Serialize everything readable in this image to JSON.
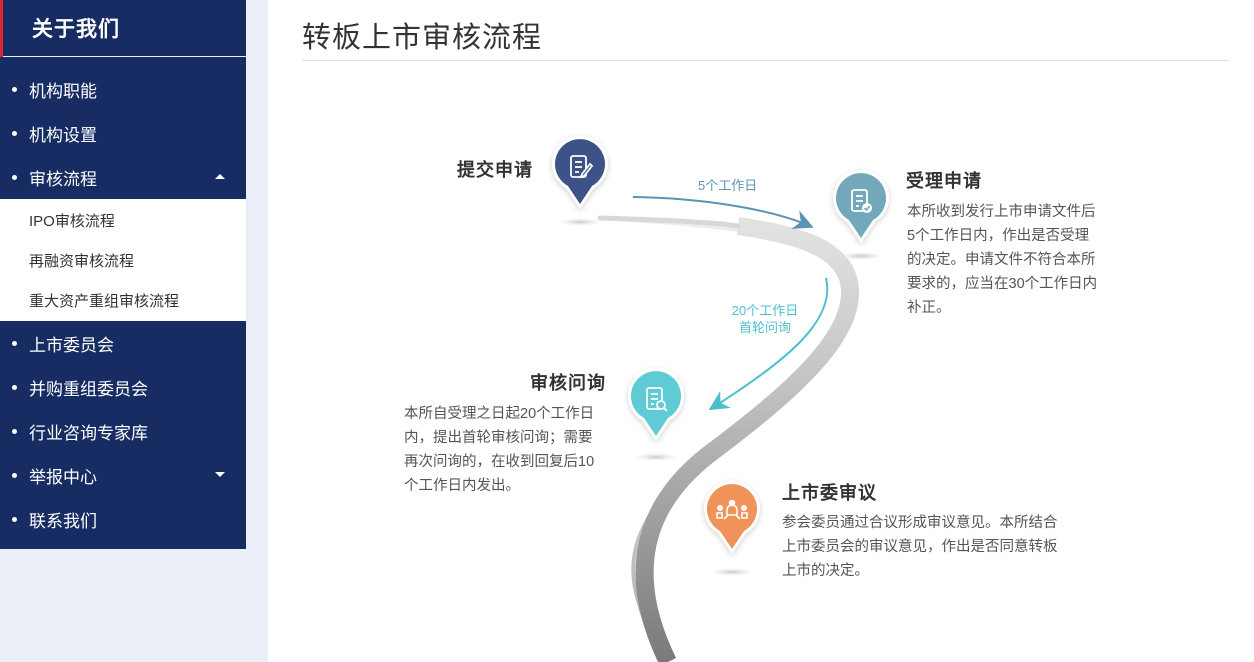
{
  "sidebar": {
    "title": "关于我们",
    "items": [
      {
        "label": "机构职能",
        "caret": null
      },
      {
        "label": "机构设置",
        "caret": null
      },
      {
        "label": "审核流程",
        "caret": "up",
        "expanded": true,
        "children": [
          {
            "label": "IPO审核流程"
          },
          {
            "label": "再融资审核流程"
          },
          {
            "label": "重大资产重组审核流程"
          }
        ]
      },
      {
        "label": "上市委员会",
        "caret": null
      },
      {
        "label": "并购重组委员会",
        "caret": null
      },
      {
        "label": "行业咨询专家库",
        "caret": null
      },
      {
        "label": "举报中心",
        "caret": "down"
      },
      {
        "label": "联系我们",
        "caret": null
      }
    ]
  },
  "main": {
    "title": "转板上市审核流程",
    "steps": [
      {
        "title": "提交申请",
        "icon": "document-edit-icon",
        "color": "#3d5388"
      },
      {
        "title": "受理申请",
        "icon": "document-check-icon",
        "color": "#72a8ba",
        "desc": [
          "本所收到发行上市申请文件后",
          "5个工作日内，作出是否受理",
          "的决定。申请文件不符合本所",
          "要求的，应当在30个工作日内",
          "补正。"
        ]
      },
      {
        "title": "审核问询",
        "icon": "document-search-icon",
        "color": "#5ecbd6",
        "desc": [
          "本所自受理之日起20个工作日",
          "内，提出首轮审核问询；需要",
          "再次问询的，在收到回复后10",
          "个工作日内发出。"
        ]
      },
      {
        "title": "上市委审议",
        "icon": "meeting-icon",
        "color": "#f0935a",
        "desc": [
          "参会委员通过合议形成审议意见。本所结合",
          "上市委员会的审议意见，作出是否同意转板",
          "上市的决定。"
        ]
      }
    ],
    "arrows": [
      {
        "label": [
          "5个工作日"
        ],
        "color": "#5b93b5"
      },
      {
        "label": [
          "20个工作日",
          "首轮问询"
        ],
        "color": "#4cbfcd"
      }
    ]
  },
  "colors": {
    "sidebar_bg": "#172c63",
    "accent_red": "#d9262c",
    "gutter": "#ebeef6"
  }
}
